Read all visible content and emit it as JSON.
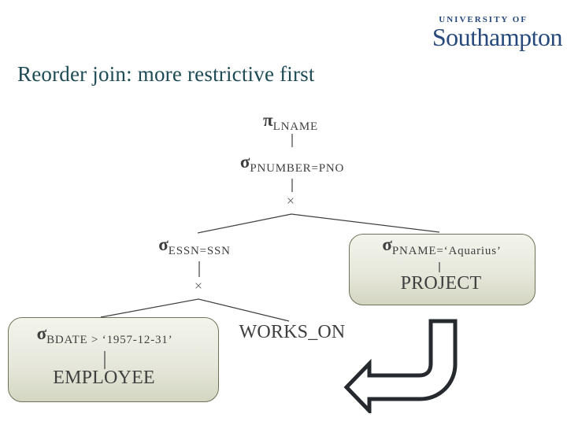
{
  "logo": {
    "top": "UNIVERSITY OF",
    "name": "Southampton"
  },
  "title": "Reorder join: more restrictive first",
  "tree": {
    "projection": {
      "op": "π",
      "sub": "LNAME"
    },
    "select_pnumber": {
      "op": "σ",
      "sub": "PNUMBER=PNO"
    },
    "cross_top": "×",
    "select_essn": {
      "op": "σ",
      "sub": "ESSN=SSN"
    },
    "cross_bottom": "×",
    "select_pname": {
      "op": "σ",
      "sub": "PNAME=‘Aquarius’"
    },
    "relation_project": "PROJECT",
    "select_bdate": {
      "op": "σ",
      "sub": "BDATE > ‘1957-12-31’"
    },
    "relation_employee": "EMPLOYEE",
    "relation_works_on": "WORKS_ON"
  },
  "colors": {
    "title_text": "#1d4a55",
    "logo_blue": "#27497b",
    "tree_text": "#3f3f3f",
    "box_border": "#6f7259",
    "box_fill_top": "#f3f4ec",
    "box_fill_bottom": "#d4d6c2",
    "arrow_outline": "#26292e"
  }
}
